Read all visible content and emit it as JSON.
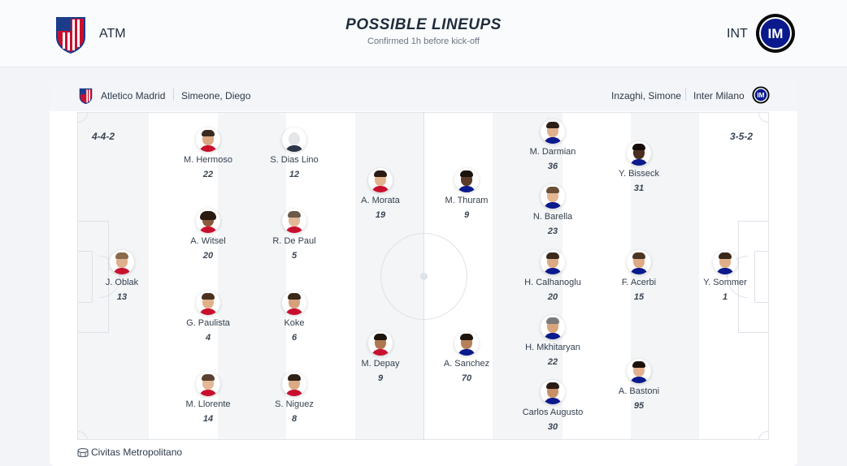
{
  "header": {
    "title": "POSSIBLE LINEUPS",
    "subtitle": "Confirmed 1h before kick-off",
    "home_abbr": "ATM",
    "away_abbr": "INT"
  },
  "teambar": {
    "home_team": "Atletico Madrid",
    "home_coach": "Simeone, Diego",
    "away_coach": "Inzaghi, Simone",
    "away_team": "Inter Milano"
  },
  "formations": {
    "home": "4-4-2",
    "away": "3-5-2"
  },
  "players": [
    {
      "name": "M. Hermoso",
      "number": "22"
    },
    {
      "name": "S. Dias Lino",
      "number": "12"
    },
    {
      "name": "A. Witsel",
      "number": "20"
    },
    {
      "name": "R. De Paul",
      "number": "5"
    },
    {
      "name": "J. Oblak",
      "number": "13"
    },
    {
      "name": "G. Paulista",
      "number": "4"
    },
    {
      "name": "Koke",
      "number": "6"
    },
    {
      "name": "M. Llorente",
      "number": "14"
    },
    {
      "name": "S. Niguez",
      "number": "8"
    },
    {
      "name": "A. Morata",
      "number": "19"
    },
    {
      "name": "M. Depay",
      "number": "9"
    },
    {
      "name": "M. Thuram",
      "number": "9"
    },
    {
      "name": "A. Sanchez",
      "number": "70"
    },
    {
      "name": "M. Darmian",
      "number": "36"
    },
    {
      "name": "N. Barella",
      "number": "23"
    },
    {
      "name": "H. Calhanoglu",
      "number": "20"
    },
    {
      "name": "H. Mkhitaryan",
      "number": "22"
    },
    {
      "name": "Carlos Augusto",
      "number": "30"
    },
    {
      "name": "Y. Bisseck",
      "number": "31"
    },
    {
      "name": "F. Acerbi",
      "number": "15"
    },
    {
      "name": "A. Bastoni",
      "number": "95"
    },
    {
      "name": "Y. Sommer",
      "number": "1"
    }
  ],
  "stadium": {
    "name": "Civitas Metropolitano",
    "icon": "stadium-icon"
  },
  "colors": {
    "atm_red": "#c8102e",
    "atm_navy": "#1b3c8a",
    "inter_blue": "#0a1a8c",
    "pitch_stripe": "#f3f5f7"
  }
}
